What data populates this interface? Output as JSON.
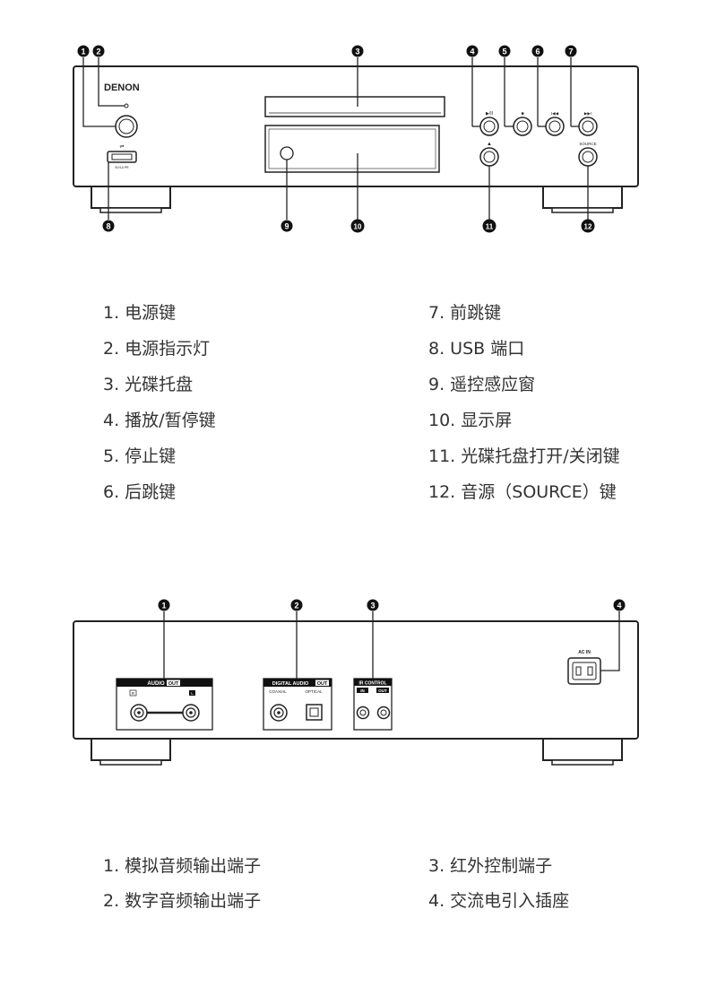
{
  "front_panel": {
    "brand": "DENON",
    "small_labels": {
      "play": "▶/II",
      "stop": "■",
      "prev": "I◀◀",
      "next": "▶▶I",
      "eject": "▲",
      "source": "SOURCE",
      "usb_text": "5V/1A PR"
    },
    "callouts": [
      "1",
      "2",
      "3",
      "4",
      "5",
      "6",
      "7",
      "8",
      "9",
      "10",
      "11",
      "12"
    ]
  },
  "front_legend": {
    "left": [
      "1. 电源键",
      "2. 电源指示灯",
      "3. 光碟托盘",
      "4. 播放/暂停键",
      "5. 停止键",
      "6. 后跳键"
    ],
    "right": [
      "7. 前跳键",
      "8. USB 端口",
      "9. 遥控感应窗",
      "10. 显示屏",
      "11. 光碟托盘打开/关闭键",
      "12. 音源（SOURCE）键"
    ]
  },
  "rear_panel": {
    "labels": {
      "audio": "AUDIO",
      "out": "OUT",
      "r": "R",
      "l": "L",
      "digital": "DIGITAL AUDIO",
      "coaxial": "COAXIAL",
      "optical": "OPTICAL",
      "ir": "IR CONTROL",
      "in": "IN",
      "ac_in": "AC IN"
    },
    "callouts": [
      "1",
      "2",
      "3",
      "4"
    ]
  },
  "rear_legend": {
    "left": [
      "1. 模拟音频输出端子",
      "2. 数字音频输出端子"
    ],
    "right": [
      "3. 红外控制端子",
      "4. 交流电引入插座"
    ]
  }
}
